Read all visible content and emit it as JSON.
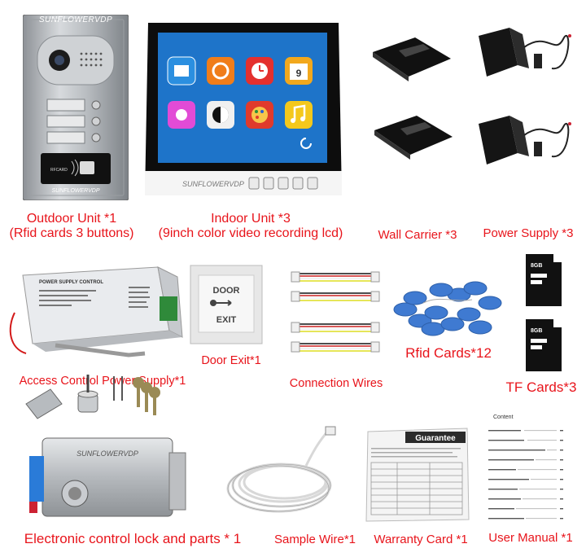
{
  "accent_color": "#e8141b",
  "outdoor_unit": {
    "brand": "SUNFLOWERVDP",
    "card_label": "RFCARD",
    "caption_line1": "Outdoor Unit *1",
    "caption_line2": "(Rfid cards 3 buttons)"
  },
  "indoor_unit": {
    "brand": "SUNFLOWERVDP",
    "calendar_day": "9",
    "caption_line1": "Indoor Unit *3",
    "caption_line2": "(9inch color video recording lcd)"
  },
  "wall_carrier": {
    "caption": "Wall Carrier *3"
  },
  "power_supply": {
    "caption": "Power Supply *3"
  },
  "access_power": {
    "panel_title": "POWER SUPPLY CONTROL",
    "caption": "Access Control Power Supply*1"
  },
  "door_exit": {
    "label_top": "DOOR",
    "label_bottom": "EXIT",
    "caption": "Door Exit*1"
  },
  "connection_wires": {
    "caption": "Connection Wires"
  },
  "rfid_cards": {
    "caption": "Rfid Cards*12"
  },
  "tf_cards": {
    "capacity": "8GB",
    "caption": "TF Cards*3"
  },
  "lock": {
    "brand": "SUNFLOWERVDP",
    "caption": "Electronic control lock and parts * 1"
  },
  "sample_wire": {
    "caption": "Sample Wire*1"
  },
  "warranty": {
    "title": "Guarantee",
    "caption": "Warranty Card *1"
  },
  "manual": {
    "title": "Content",
    "caption": "User Manual *1"
  }
}
